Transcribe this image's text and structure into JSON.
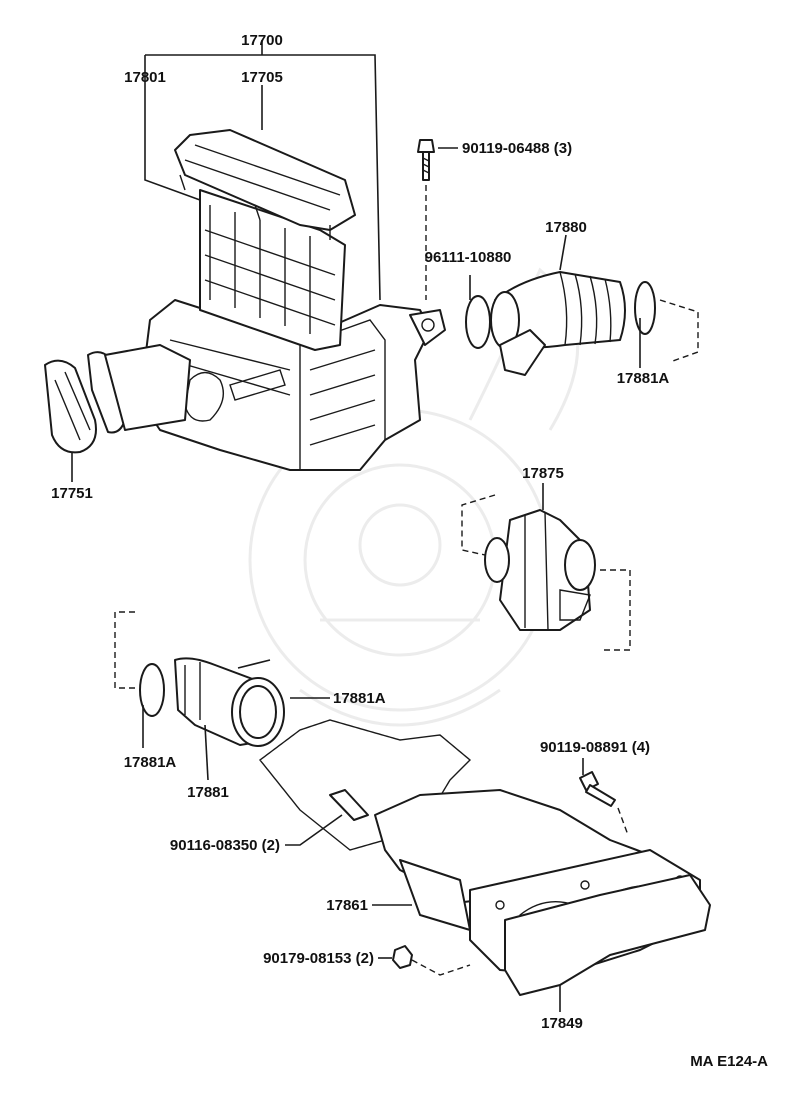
{
  "colors": {
    "line": "#1a1a1a",
    "background": "#ffffff",
    "watermark": "#ececec"
  },
  "labels": {
    "air_cleaner_assy": "17700",
    "case_cap": "17705",
    "element": "17801",
    "inlet": "17751",
    "bolt_top": "90119-06488 (3)",
    "hose_clamp_upper": "96111-10880",
    "hose_upper": "17880",
    "clamp_upper_right": "17881A",
    "resonator": "17875",
    "hose_lower": "17881",
    "clamp_lower_right": "17881A",
    "clamp_lower_left": "17881A",
    "bolt_lower": "90119-08891 (4)",
    "stud": "90116-08350 (2)",
    "air_connector": "17861",
    "nut": "90179-08153 (2)",
    "gasket": "17849"
  },
  "figure_code": "MA E124-A"
}
